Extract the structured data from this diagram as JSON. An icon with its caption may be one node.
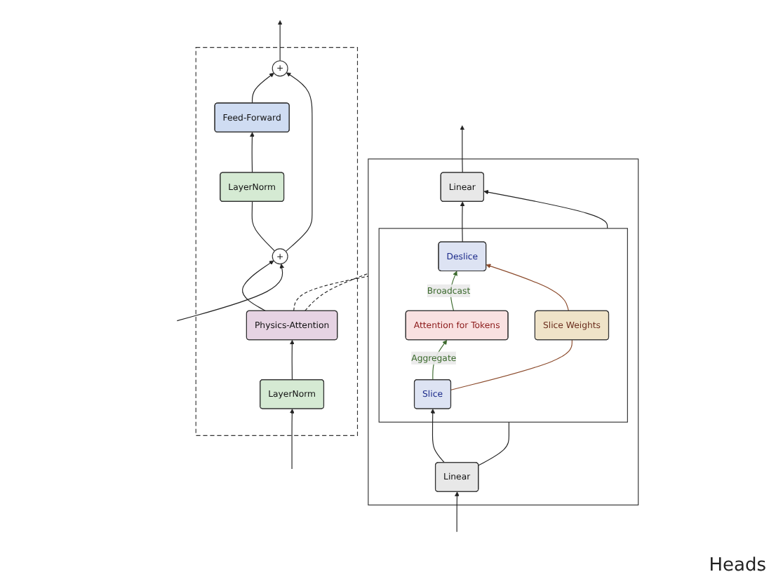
{
  "diagram": {
    "nodes": [
      {
        "text": [],
        "shape": "box"
      },
      {
        "text": [
          "+"
        ],
        "in": 0
      },
      {
        "text": [
          "Feed-Forward"
        ],
        "in": 0
      },
      {
        "text": [
          "LayerNorm"
        ],
        "in": 0
      },
      {
        "text": [
          "+"
        ],
        "in": 0
      },
      {
        "text": [
          "Physics-Attention"
        ],
        "in": 0
      },
      {
        "text": [
          "LayerNorm"
        ],
        "in": 0
      },
      {
        "text": [],
        "shape": "box"
      },
      {
        "text": [
          "Linear"
        ],
        "in": 7
      },
      {
        "text": [],
        "shape": "box",
        "in": 7
      },
      {
        "text": [
          "Deslice"
        ],
        "in": 9
      },
      {
        "text": [
          "Attention for Tokens"
        ],
        "in": 9
      },
      {
        "text": [
          "Slice"
        ],
        "in": 9
      },
      {
        "text": [
          "Slice Weights"
        ],
        "in": 9
      },
      {
        "text": [
          "Linear"
        ],
        "in": 7
      }
    ],
    "edges": [
      {
        "from": null,
        "to": 6,
        "arrow": "to"
      },
      {
        "from": 6,
        "to": 5,
        "arrow": "to"
      },
      {
        "from": 5,
        "to": 4,
        "arrow": "to"
      },
      {
        "from": null,
        "to": 4,
        "arrow": "to"
      },
      {
        "from": 4,
        "to": 3,
        "arrow": "none"
      },
      {
        "from": 3,
        "to": 2,
        "arrow": "to"
      },
      {
        "from": 2,
        "to": 1,
        "arrow": "to"
      },
      {
        "from": 4,
        "to": 1,
        "arrow": "to"
      },
      {
        "from": 1,
        "to": null,
        "arrow": "to"
      },
      {
        "from": 5,
        "to": 7,
        "arrow": "none",
        "style": "dashed"
      },
      {
        "from": 5,
        "to": 7,
        "arrow": "none",
        "style": "dashed"
      },
      {
        "from": null,
        "to": 14,
        "arrow": "to"
      },
      {
        "from": 14,
        "to": 12,
        "arrow": "to"
      },
      {
        "from": 14,
        "to": 9,
        "arrow": "none"
      },
      {
        "from": 12,
        "to": 11,
        "arrow": "to",
        "label": "Aggregate",
        "color": "#3d6b2f"
      },
      {
        "from": 11,
        "to": 10,
        "arrow": "to",
        "label": "Broadcast",
        "color": "#3d6b2f"
      },
      {
        "from": 12,
        "to": 13,
        "arrow": "none",
        "color": "#8b4a2b"
      },
      {
        "from": 13,
        "to": 10,
        "arrow": "to",
        "color": "#8b4a2b"
      },
      {
        "from": 10,
        "to": 8,
        "arrow": "to"
      },
      {
        "from": 9,
        "to": 8,
        "arrow": "to"
      },
      {
        "from": 8,
        "to": null,
        "arrow": "to"
      }
    ],
    "labels": [
      "Heads"
    ]
  }
}
